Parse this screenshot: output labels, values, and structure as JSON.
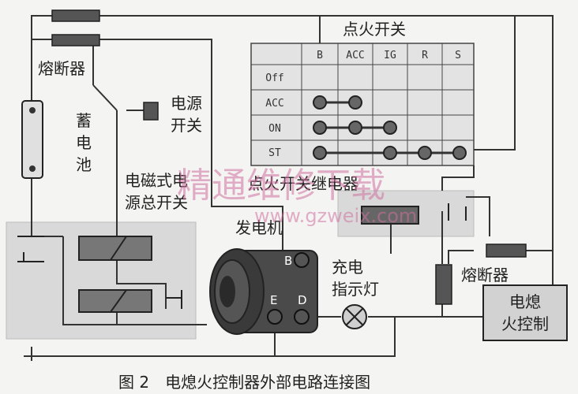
{
  "labels": {
    "fuse_top": "熔断器",
    "power_switch": [
      "电源",
      "开关"
    ],
    "battery": [
      "蓄",
      "电",
      "池"
    ],
    "ignition_switch": "点火开关",
    "relay": "点火开关继电器",
    "em_switch": [
      "电磁式电",
      "源总开关"
    ],
    "generator": "发电机",
    "charge_lamp": [
      "充电",
      "指示灯"
    ],
    "fuse_right": "熔断器",
    "controller": [
      "电熄",
      "火控制"
    ],
    "terminal_b": "B",
    "terminal_e": "E",
    "terminal_d": "D",
    "caption": "图 2　电熄火控制器外部电路连接图"
  },
  "ignition_table": {
    "columns": [
      "B",
      "ACC",
      "IG",
      "R",
      "S"
    ],
    "rows": [
      "Off",
      "ACC",
      "ON",
      "ST"
    ]
  },
  "watermark": {
    "text": "精通维修下载",
    "url": "www.gzweix.com"
  }
}
